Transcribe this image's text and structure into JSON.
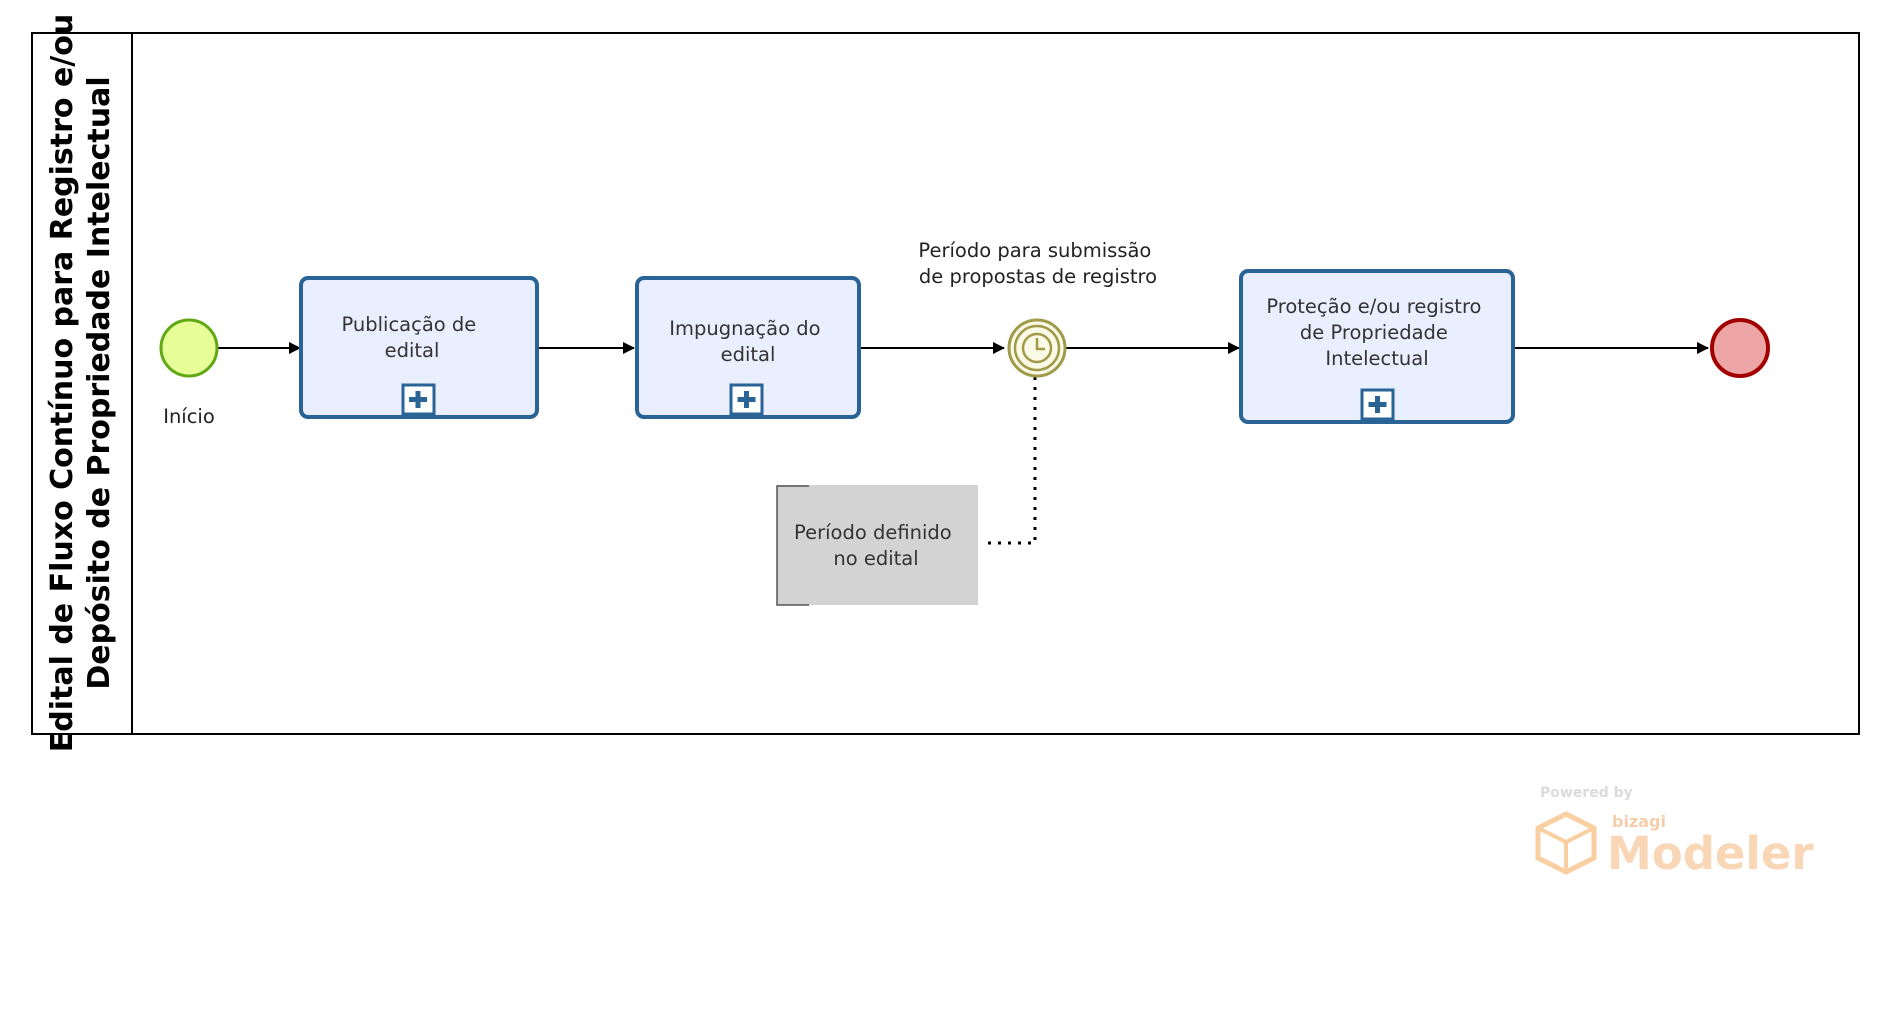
{
  "pool": {
    "title_line1": "Edital de Fluxo Contínuo para Registro e/ou",
    "title_line2": "Depósito de Propriedade Intelectual"
  },
  "start_event": {
    "label": "Início",
    "color": "#e6ff97",
    "stroke": "#62a716"
  },
  "tasks": [
    {
      "lines": [
        "Publicação de",
        "edital"
      ]
    },
    {
      "lines": [
        "Impugnação do",
        "edital"
      ]
    },
    {
      "lines": [
        "Proteção e/ou registro",
        "de Propriedade",
        "Intelectual"
      ]
    }
  ],
  "timer_event": {
    "label_line1": "Período para submissão",
    "label_line2": "de propostas de registro",
    "stroke": "#a09a4a",
    "fill": "#fafae6"
  },
  "annotation": {
    "lines": [
      "Período definido",
      "no edital"
    ],
    "fill": "#d3d3d3"
  },
  "end_event": {
    "color": "#eda4a4",
    "stroke": "#a20000"
  },
  "task_style": {
    "fill": "#e9efff",
    "stroke": "#2a6396"
  },
  "watermark": {
    "powered": "Powered by",
    "brand": "bizagi",
    "product": "Modeler"
  }
}
